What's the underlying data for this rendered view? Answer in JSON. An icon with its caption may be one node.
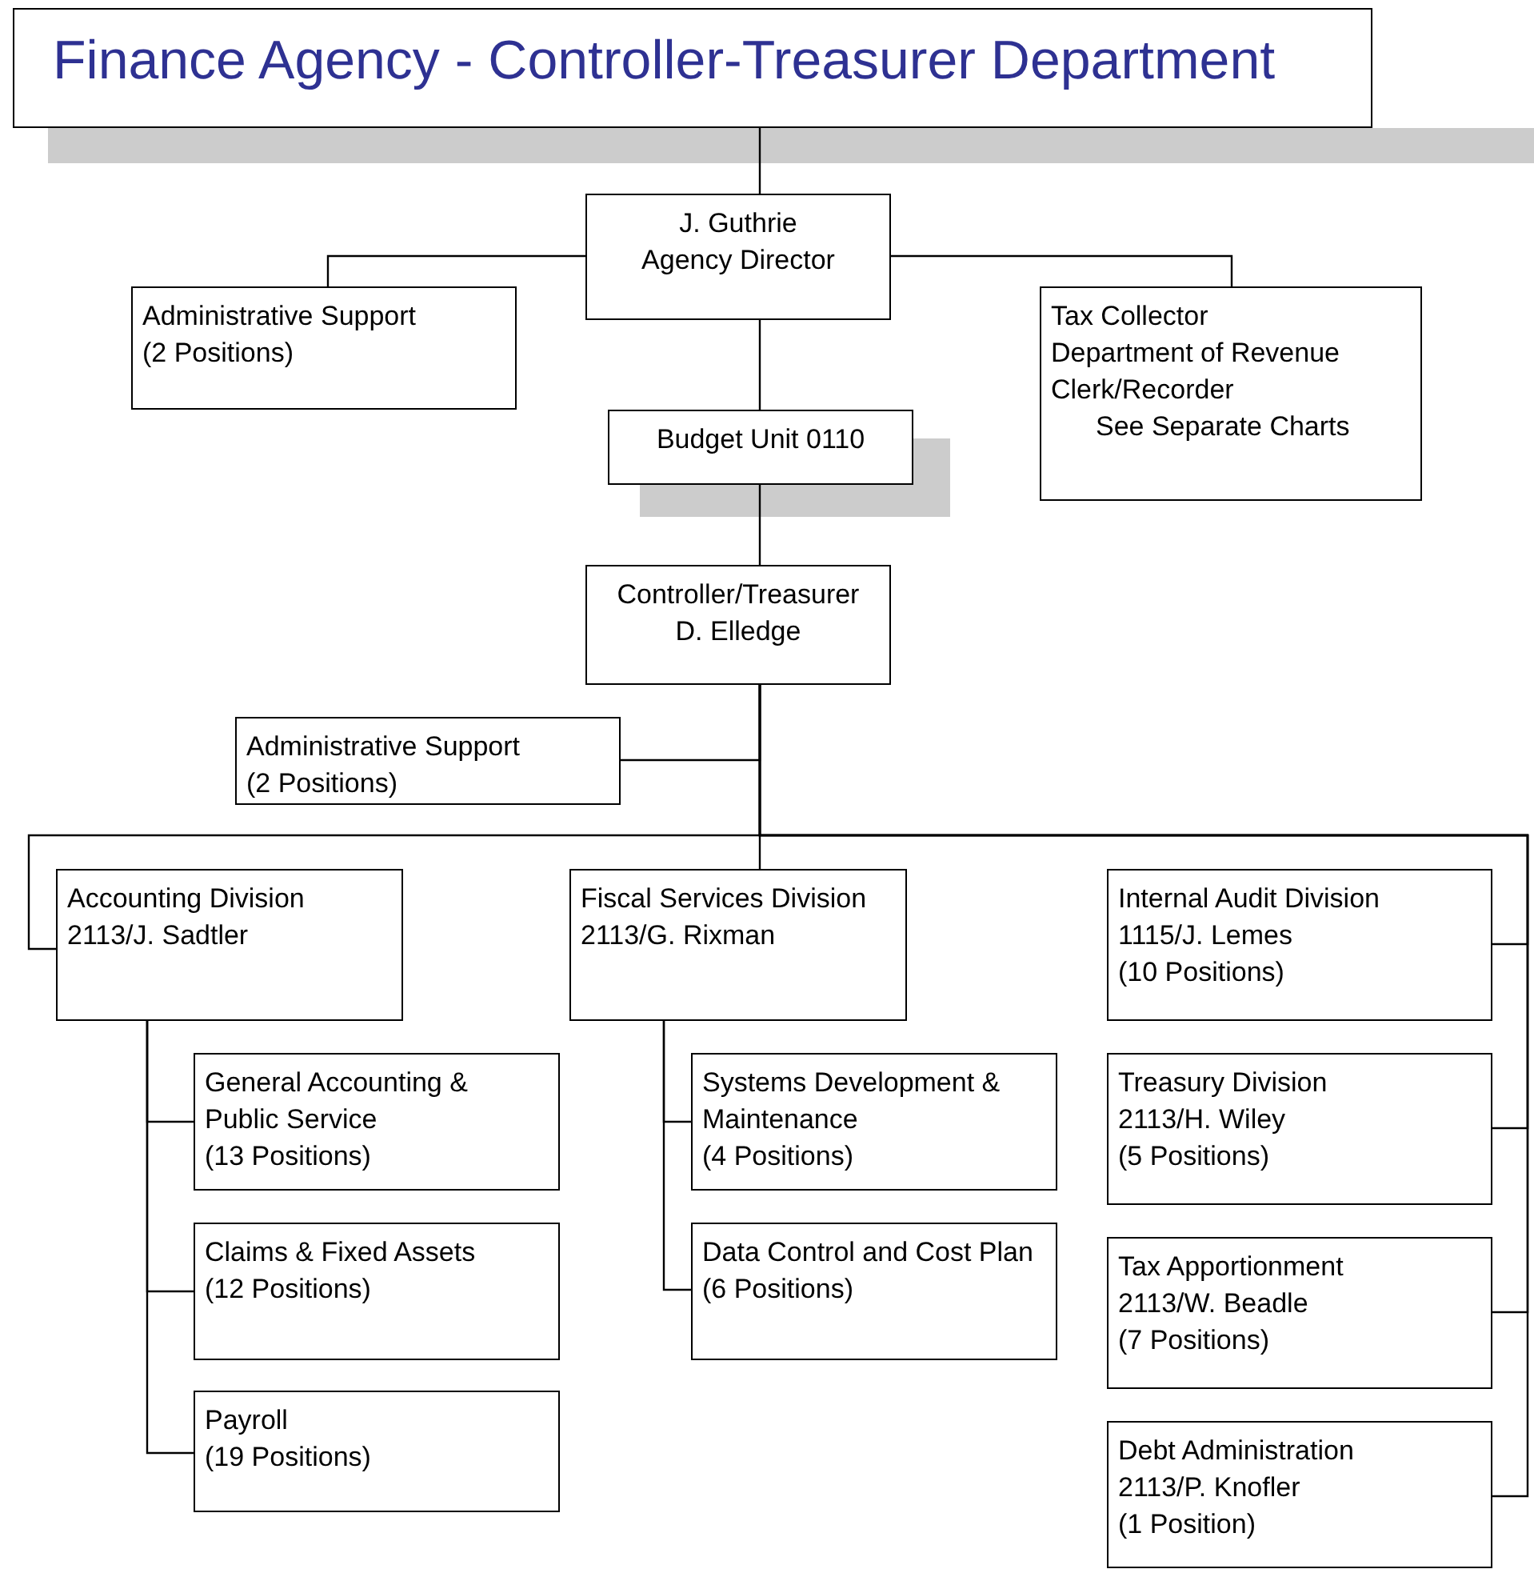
{
  "diagram": {
    "nodes": [
      {
        "text": [
          "Finance Agency - Controller-Treasurer Department"
        ]
      },
      {
        "text": [
          "J. Guthrie",
          "Agency Director"
        ]
      },
      {
        "text": [
          "Administrative Support",
          "(2 Positions)"
        ]
      },
      {
        "text": [
          "Tax Collector",
          "Department of Revenue",
          "Clerk/Recorder",
          "See Separate Charts"
        ]
      },
      {
        "text": [
          "Budget Unit 0110"
        ]
      },
      {
        "text": [
          "Controller/Treasurer",
          "D. Elledge"
        ]
      },
      {
        "text": [
          "Administrative Support",
          "(2 Positions)"
        ]
      },
      {
        "text": [
          "Accounting Division",
          "2113/J. Sadtler"
        ]
      },
      {
        "text": [
          "Fiscal Services Division",
          "2113/G. Rixman"
        ]
      },
      {
        "text": [
          "Internal Audit Division",
          "1115/J. Lemes",
          "(10 Positions)"
        ]
      },
      {
        "text": [
          "General Accounting & Public Service",
          "(13 Positions)"
        ]
      },
      {
        "text": [
          "Claims & Fixed Assets",
          "(12 Positions)"
        ]
      },
      {
        "text": [
          "Payroll",
          "(19 Positions)"
        ]
      },
      {
        "text": [
          "Systems Development & Maintenance",
          "(4 Positions)"
        ]
      },
      {
        "text": [
          "Data Control and Cost Plan",
          "(6 Positions)"
        ]
      },
      {
        "text": [
          "Treasury Division",
          "2113/H. Wiley",
          "(5 Positions)"
        ]
      },
      {
        "text": [
          "Tax Apportionment",
          "2113/W. Beadle",
          "(7 Positions)"
        ]
      },
      {
        "text": [
          "Debt Administration",
          "2113/P. Knofler",
          "(1 Position)"
        ]
      }
    ],
    "edges": [
      {
        "from": 0,
        "to": 1,
        "arrow": "none"
      },
      {
        "from": 1,
        "to": 2,
        "arrow": "none"
      },
      {
        "from": 1,
        "to": 3,
        "arrow": "none"
      },
      {
        "from": 1,
        "to": 4,
        "arrow": "none"
      },
      {
        "from": 4,
        "to": 5,
        "arrow": "none"
      },
      {
        "from": 5,
        "to": 6,
        "arrow": "none"
      },
      {
        "from": 5,
        "to": 7,
        "arrow": "none"
      },
      {
        "from": 5,
        "to": 8,
        "arrow": "none"
      },
      {
        "from": 5,
        "to": 9,
        "arrow": "none"
      },
      {
        "from": 5,
        "to": 15,
        "arrow": "none"
      },
      {
        "from": 5,
        "to": 16,
        "arrow": "none"
      },
      {
        "from": 5,
        "to": 17,
        "arrow": "none"
      },
      {
        "from": 7,
        "to": 10,
        "arrow": "none"
      },
      {
        "from": 7,
        "to": 11,
        "arrow": "none"
      },
      {
        "from": 7,
        "to": 12,
        "arrow": "none"
      },
      {
        "from": 8,
        "to": 13,
        "arrow": "none"
      },
      {
        "from": 8,
        "to": 14,
        "arrow": "none"
      }
    ]
  }
}
